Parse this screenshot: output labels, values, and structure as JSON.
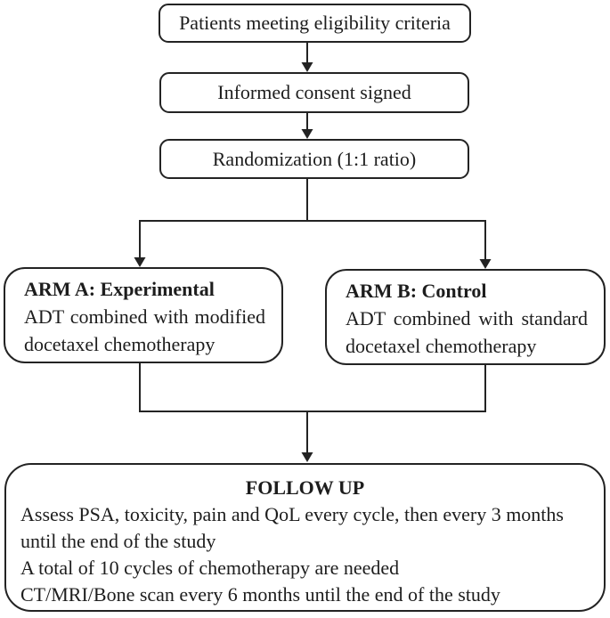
{
  "diagram": {
    "colors": {
      "line": "#232323",
      "text": "#1d1d1d",
      "background": "#ffffff"
    },
    "nodes": {
      "eligibility": {
        "label": "Patients meeting eligibility criteria"
      },
      "consent": {
        "label": "Informed consent signed"
      },
      "randomization": {
        "label": "Randomization (1:1 ratio)"
      },
      "arm_a": {
        "title": "ARM A: Experimental",
        "line1": "ADT combined with modified",
        "line2": "docetaxel chemotherapy"
      },
      "arm_b": {
        "title": "ARM B: Control",
        "line1": "ADT combined with standard",
        "line2": "docetaxel chemotherapy"
      },
      "follow_up": {
        "title": "FOLLOW UP",
        "lines": [
          "Assess PSA, toxicity, pain and QoL every cycle, then every 3 months",
          "until the end of the study",
          "A total of 10 cycles of chemotherapy are needed",
          "CT/MRI/Bone scan every 6 months until the end of the study"
        ]
      }
    }
  }
}
